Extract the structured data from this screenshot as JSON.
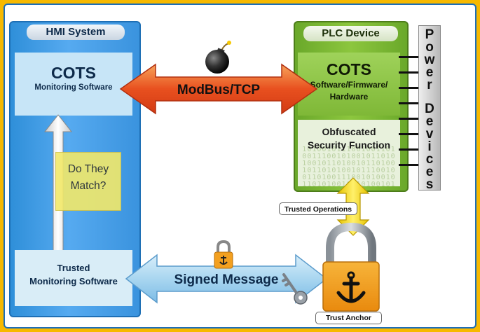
{
  "hmi": {
    "title": "HMI System",
    "cots_title": "COTS",
    "cots_subtitle": "Monitoring Software",
    "match_line1": "Do They",
    "match_line2": "Match?",
    "trusted_line1": "Trusted",
    "trusted_line2": "Monitoring Software"
  },
  "plc": {
    "title": "PLC Device",
    "cots_title": "COTS",
    "cots_line1": "Software/Firmware/",
    "cots_line2": "Hardware",
    "obf_line1": "Obfuscated",
    "obf_line2": "Security Function",
    "obf_bits": "10100101110010011010011100101001011010100101101001011010010110101001011100100110100111001010010110101001011010010110"
  },
  "power_devices": {
    "letters": [
      "P",
      "o",
      "w",
      "e",
      "r",
      "D",
      "e",
      "v",
      "i",
      "c",
      "e",
      "s"
    ]
  },
  "modbus_label": "ModBus/TCP",
  "signed_message_label": "Signed Message",
  "trusted_operations_label": "Trusted Operations",
  "trust_anchor_label": "Trust Anchor",
  "colors": {
    "border_orange": "#f7b900",
    "frame_blue": "#1d6eb8",
    "hmi_blue": "#3a93de",
    "plc_green": "#7fb837",
    "arrow_red": "#e8501f",
    "arrow_light_blue": "#a9d6f0",
    "lock_orange": "#f3a020"
  }
}
